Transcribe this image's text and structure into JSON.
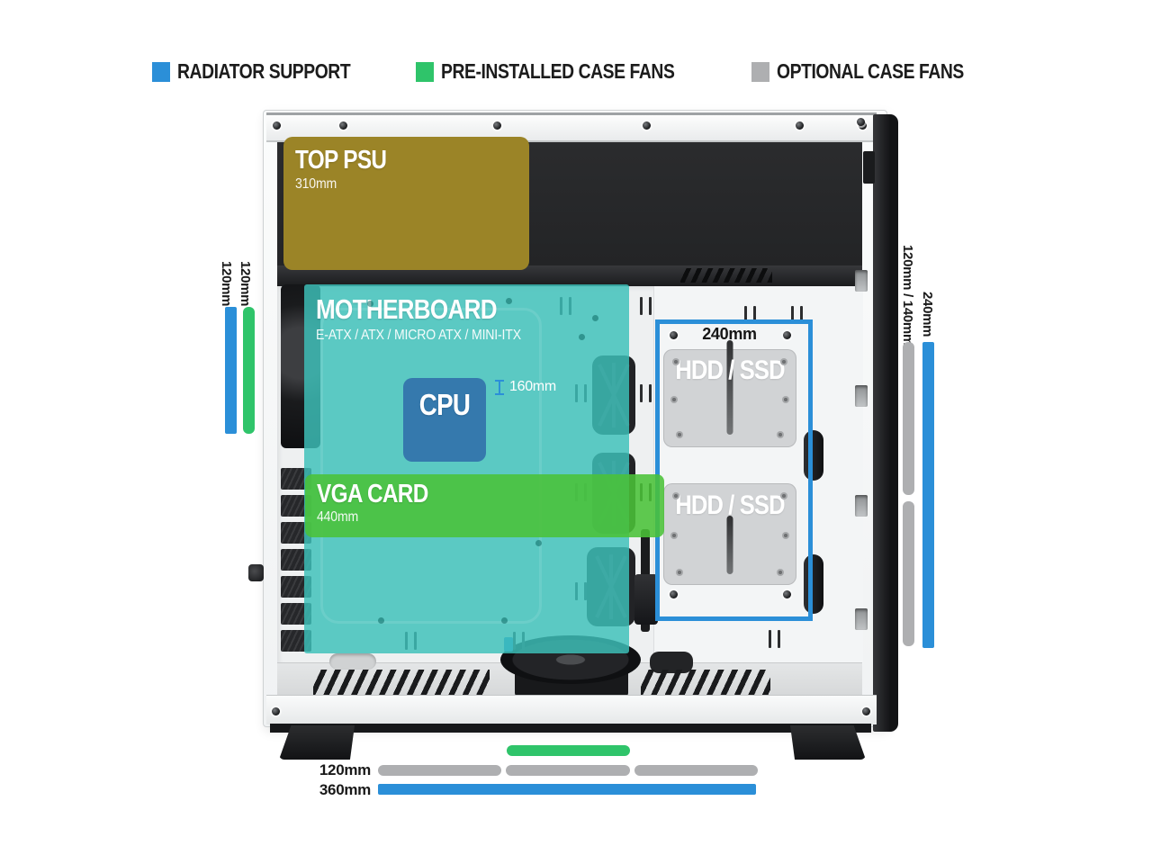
{
  "legend": {
    "items": [
      {
        "label": "RADIATOR SUPPORT",
        "color": "#2b8fd8"
      },
      {
        "label": "PRE-INSTALLED CASE FANS",
        "color": "#2fc46a"
      },
      {
        "label": "OPTIONAL CASE FANS",
        "color": "#aeafb1"
      }
    ]
  },
  "colors": {
    "radiator_blue": "#2b8fd8",
    "fan_green": "#2fc46a",
    "optional_gray": "#aeafb1",
    "psu_gold": "#9b8427",
    "motherboard_teal": "rgba(61,193,185,0.83)",
    "cpu_blue": "rgba(52,118,172,0.96)",
    "vga_green": "rgba(74,194,56,0.88)"
  },
  "overlays": {
    "top_psu": {
      "title": "TOP PSU",
      "value": "310mm"
    },
    "motherboard": {
      "title": "MOTHERBOARD",
      "subtitle": "E-ATX / ATX / MICRO ATX / MINI-ITX"
    },
    "cpu": {
      "title": "CPU",
      "clearance": "160mm"
    },
    "vga": {
      "title": "VGA CARD",
      "value": "440mm"
    },
    "hdd": {
      "width_label": "240mm",
      "bay1": "HDD / SSD",
      "bay2": "HDD / SSD"
    }
  },
  "measurements": {
    "left_radiator": "120mm",
    "left_fan": "120mm",
    "right_optional": "120mm / 140mm",
    "right_radiator": "240mm",
    "bottom_optional": "120mm",
    "bottom_radiator": "360mm"
  }
}
